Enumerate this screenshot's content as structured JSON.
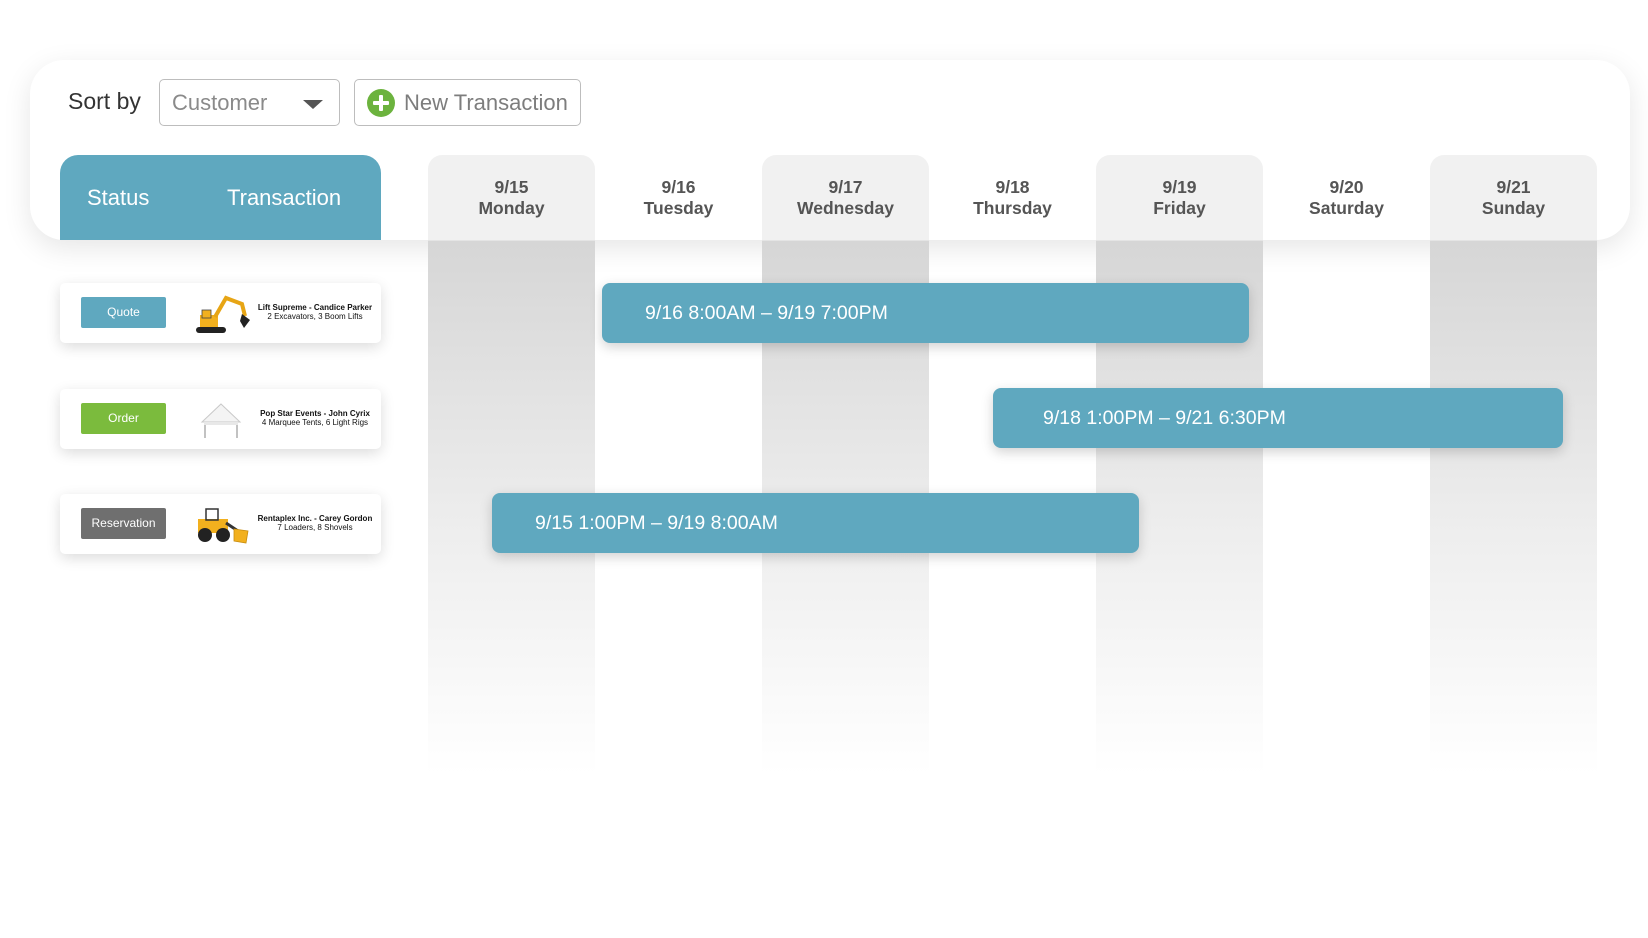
{
  "toolbar": {
    "sort_label": "Sort by",
    "sort_value": "Customer",
    "new_transaction_label": "New Transaction"
  },
  "table_header": {
    "status": "Status",
    "transaction": "Transaction"
  },
  "days": [
    {
      "date": "9/15",
      "weekday": "Monday",
      "shaded": true
    },
    {
      "date": "9/16",
      "weekday": "Tuesday",
      "shaded": false
    },
    {
      "date": "9/17",
      "weekday": "Wednesday",
      "shaded": true
    },
    {
      "date": "9/18",
      "weekday": "Thursday",
      "shaded": false
    },
    {
      "date": "9/19",
      "weekday": "Friday",
      "shaded": true
    },
    {
      "date": "9/20",
      "weekday": "Saturday",
      "shaded": false
    },
    {
      "date": "9/21",
      "weekday": "Sunday",
      "shaded": true
    }
  ],
  "rows": [
    {
      "status": "Quote",
      "status_color": "#5fa8bf",
      "icon": "excavator-icon",
      "title": "Lift Supreme - Candice Parker",
      "detail": "2 Excavators, 3 Boom Lifts",
      "booking": "9/16 8:00AM – 9/19 7:00PM"
    },
    {
      "status": "Order",
      "status_color": "#7bbb3d",
      "icon": "tent-icon",
      "title": "Pop Star Events - John Cyrix",
      "detail": "4 Marquee Tents, 6 Light Rigs",
      "booking": "9/18 1:00PM – 9/21 6:30PM"
    },
    {
      "status": "Reservation",
      "status_color": "#6f6f6f",
      "icon": "loader-icon",
      "title": "Rentaplex Inc. - Carey Gordon",
      "detail": "7 Loaders, 8 Shovels",
      "booking": "9/15 1:00PM – 9/19 8:00AM"
    }
  ],
  "colors": {
    "accent": "#5fa8bf",
    "add_icon": "#6cb33e"
  }
}
